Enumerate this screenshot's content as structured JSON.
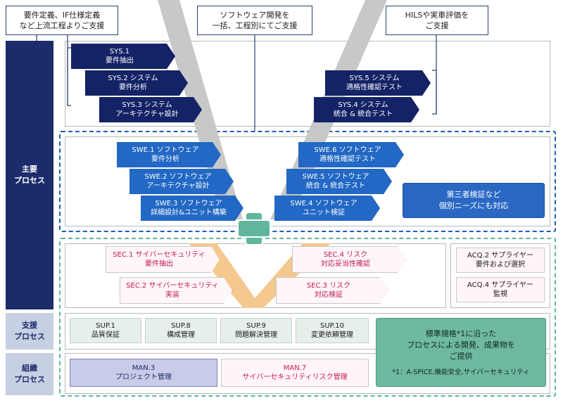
{
  "callouts": {
    "upstream": "要件定義、IF仕様定義\nなど上流工程よりご支援",
    "software": "ソフトウェア開発を\n一括、工程別にてご支援",
    "hils": "HILSや実車評価を\nご支援"
  },
  "side_labels": {
    "main": "主要\nプロセス",
    "support": "支援\nプロセス",
    "org": "組織\nプロセス"
  },
  "sys": [
    {
      "id": "SYS.1",
      "name": "要件抽出"
    },
    {
      "id": "SYS.2 システム",
      "name": "要件分析"
    },
    {
      "id": "SYS.3 システム",
      "name": "アーキテクチャ設計"
    },
    {
      "id": "SYS.5 システム",
      "name": "適格性確認テスト"
    },
    {
      "id": "SYS.4 システム",
      "name": "統合 & 統合テスト"
    }
  ],
  "swe": [
    {
      "id": "SWE.1 ソフトウェア",
      "name": "要件分析"
    },
    {
      "id": "SWE.2 ソフトウェア",
      "name": "アーキテクチャ設計"
    },
    {
      "id": "SWE.3 ソフトウェア",
      "name": "詳細設計&ユニット構築"
    },
    {
      "id": "SWE.6 ソフトウェア",
      "name": "適格性確認テスト"
    },
    {
      "id": "SWE.5 ソフトウェア",
      "name": "統合 & 統合テスト"
    },
    {
      "id": "SWE.4 ソフトウェア",
      "name": "ユニット検証"
    }
  ],
  "third_party": "第三者検証など\n個別ニーズにも対応",
  "sec": [
    {
      "id": "SEC.1 サイバーセキュリティ",
      "name": "要件抽出"
    },
    {
      "id": "SEC.2 サイバーセキュリティ",
      "name": "実装"
    },
    {
      "id": "SEC.4 リスク",
      "name": "対応妥当性確認"
    },
    {
      "id": "SEC.3 リスク",
      "name": "対応検証"
    }
  ],
  "acq": [
    {
      "id": "ACQ.2 サプライヤー",
      "name": "要件および選択"
    },
    {
      "id": "ACQ.4 サプライヤー",
      "name": "監視"
    }
  ],
  "sup": [
    {
      "id": "SUP.1",
      "name": "品質保証"
    },
    {
      "id": "SUP.8",
      "name": "構成管理"
    },
    {
      "id": "SUP.9",
      "name": "問題解決管理"
    },
    {
      "id": "SUP.10",
      "name": "変更依頼管理"
    }
  ],
  "man": [
    {
      "id": "MAN.3",
      "name": "プロジェクト管理"
    },
    {
      "id": "MAN.7",
      "name": "サイバーセキュリティリスク管理"
    }
  ],
  "standard": {
    "main": "標準規格*1に沿った\nプロセスによる開発、成果物を\nご提供",
    "note": "*1：A-SPICE,機能安全,サイバーセキュリティ"
  },
  "colors": {
    "navy": "#142266",
    "blue": "#2268c4",
    "teal": "#6fb8a2",
    "pink_text": "#c2185b",
    "v_gray": "#c8c8c8",
    "v_orange": "#f4c88e"
  }
}
